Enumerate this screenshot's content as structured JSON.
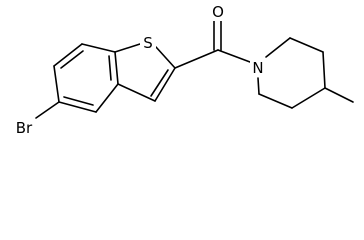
{
  "molecule": {
    "atoms": {
      "S": "S",
      "O": "O",
      "N": "N",
      "Br": "Br"
    }
  }
}
